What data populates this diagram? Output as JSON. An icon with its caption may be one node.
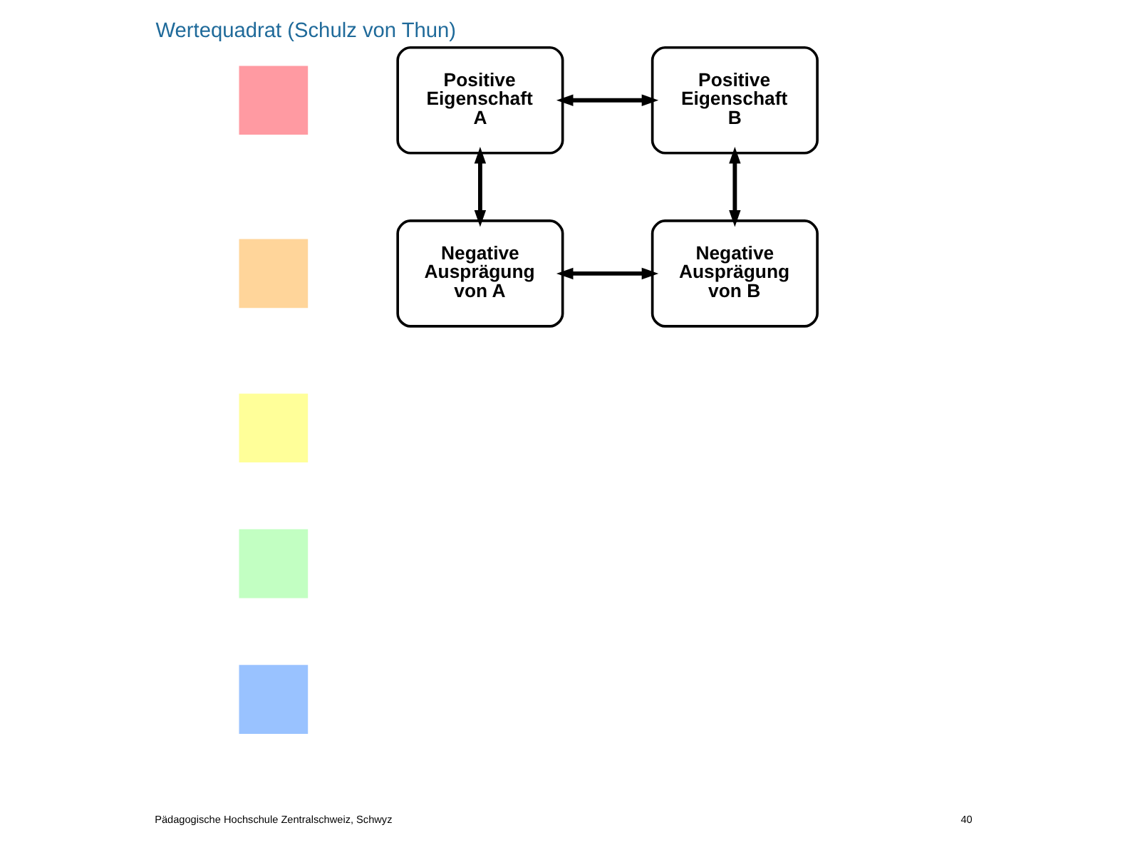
{
  "diagram": {
    "title": "Wertequadrat (Schulz von Thun)",
    "nodes": [
      {
        "text": [
          "Positive Eigenschaft A"
        ]
      },
      {
        "text": [
          "Positive Eigenschaft B"
        ]
      },
      {
        "text": [
          "Negative Ausprägung von A"
        ]
      },
      {
        "text": [
          "Negative Ausprägung von B"
        ]
      },
      {
        "text": [],
        "shape": "box"
      },
      {
        "text": [],
        "shape": "box"
      },
      {
        "text": [],
        "shape": "box"
      },
      {
        "text": [],
        "shape": "box"
      },
      {
        "text": [],
        "shape": "box"
      }
    ],
    "edges": [
      {
        "from": 0,
        "to": 1,
        "arrow": "both"
      },
      {
        "from": 0,
        "to": 2,
        "arrow": "both"
      },
      {
        "from": 1,
        "to": 3,
        "arrow": "both"
      },
      {
        "from": 2,
        "to": 3,
        "arrow": "both"
      }
    ],
    "labels": [
      "Pädagogische Hochschule Zentralschweiz, Schwyz",
      "40"
    ]
  }
}
